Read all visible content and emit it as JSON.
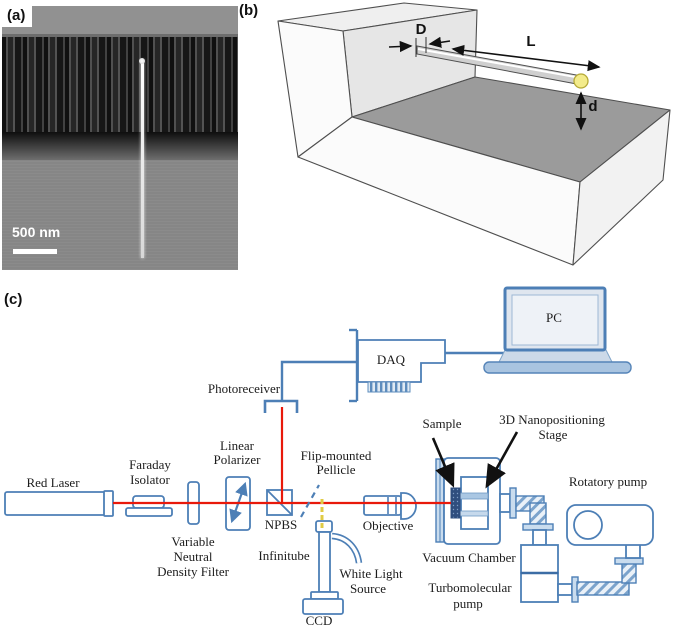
{
  "a": {
    "label": "(a)",
    "scale_bar": "500 nm"
  },
  "b": {
    "label": "(b)",
    "dims": {
      "D": "D",
      "L": "L",
      "d": "d"
    }
  },
  "c": {
    "label": "(c)",
    "labels": {
      "red_laser": "Red Laser",
      "faraday_1": "Faraday",
      "faraday_2": "Isolator",
      "vnd_1": "Variable",
      "vnd_2": "Neutral",
      "vnd_3": "Density Filter",
      "linear_1": "Linear",
      "linear_2": "Polarizer",
      "npbs": "NPBS",
      "photoreceiver": "Photoreceiver",
      "flip_1": "Flip-mounted",
      "flip_2": "Pellicle",
      "infinitube": "Infinitube",
      "white_1": "White Light",
      "white_2": "Source",
      "ccd": "CCD",
      "objective": "Objective",
      "daq": "DAQ",
      "pc": "PC",
      "sample": "Sample",
      "stage_1": "3D Nanopositioning",
      "stage_2": "Stage",
      "vacuum_chamber": "Vacuum Chamber",
      "turbo_1": "Turbomolecular",
      "turbo_2": "pump",
      "rotatory_pump": "Rotatory pump"
    }
  },
  "colors": {
    "beam_red": "#e8190b",
    "diagram_blue": "#4d7fb6",
    "beam_yellow": "#e0cb45",
    "sphere_yellow": "#f3eb8b",
    "sem_gray": "#8d8d8d"
  }
}
